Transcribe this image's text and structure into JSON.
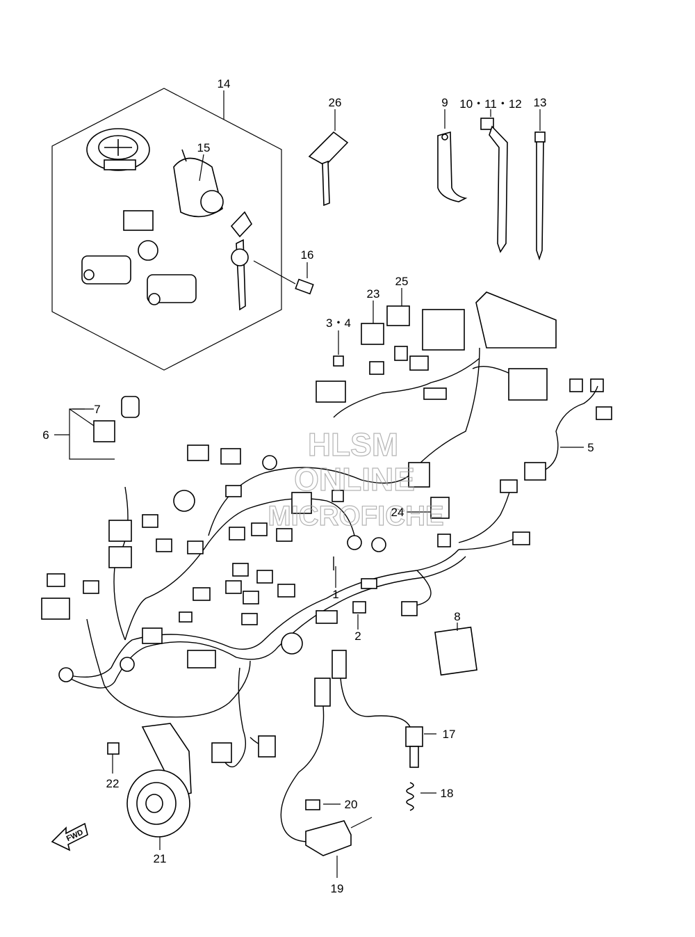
{
  "callouts": {
    "c1": "1",
    "c2": "2",
    "c3_4": "3・4",
    "c5": "5",
    "c6": "6",
    "c7": "7",
    "c8": "8",
    "c9": "9",
    "c10_12": "10・11・12",
    "c13": "13",
    "c14": "14",
    "c15": "15",
    "c16": "16",
    "c17": "17",
    "c18": "18",
    "c19": "19",
    "c20": "20",
    "c21": "21",
    "c22": "22",
    "c23": "23",
    "c24": "24",
    "c25": "25",
    "c26": "26"
  },
  "watermark": {
    "line1": "HLSM",
    "line2": "ONLINE",
    "line3": "MICROFICHE"
  },
  "direction_arrow": {
    "label": "FWD"
  },
  "colors": {
    "ink": "#000000",
    "watermark": "#9a9a9a",
    "background": "#ffffff"
  }
}
